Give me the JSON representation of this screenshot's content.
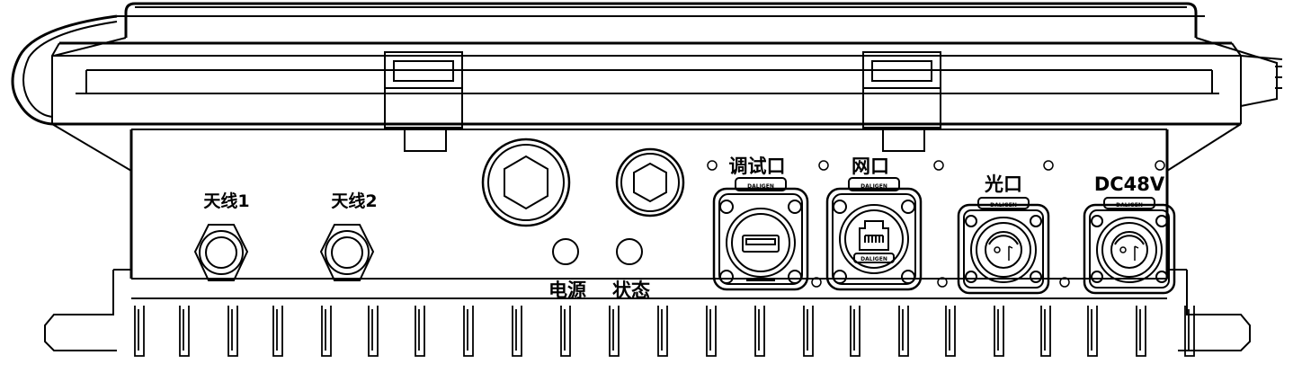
{
  "labels": {
    "antenna1": "天线1",
    "antenna2": "天线2",
    "power": "电源",
    "status": "状态",
    "debug_port": "调试口",
    "network_port": "网口",
    "optical_port": "光口",
    "dc48v": "DC48V"
  },
  "brand": {
    "debug": "DALIGEN",
    "network_top": "DALIGEN",
    "network_bottom": "DALIGEN",
    "optical": "DALIGEN",
    "dc": "DALIGEN"
  },
  "icons": [
    "hex-plug-icon",
    "usb-icon",
    "rj45-icon",
    "circular-connector-icon",
    "antenna-connector-icon",
    "led-indicator-icon"
  ],
  "colors": {
    "stroke": "#000000",
    "background": "#ffffff"
  }
}
